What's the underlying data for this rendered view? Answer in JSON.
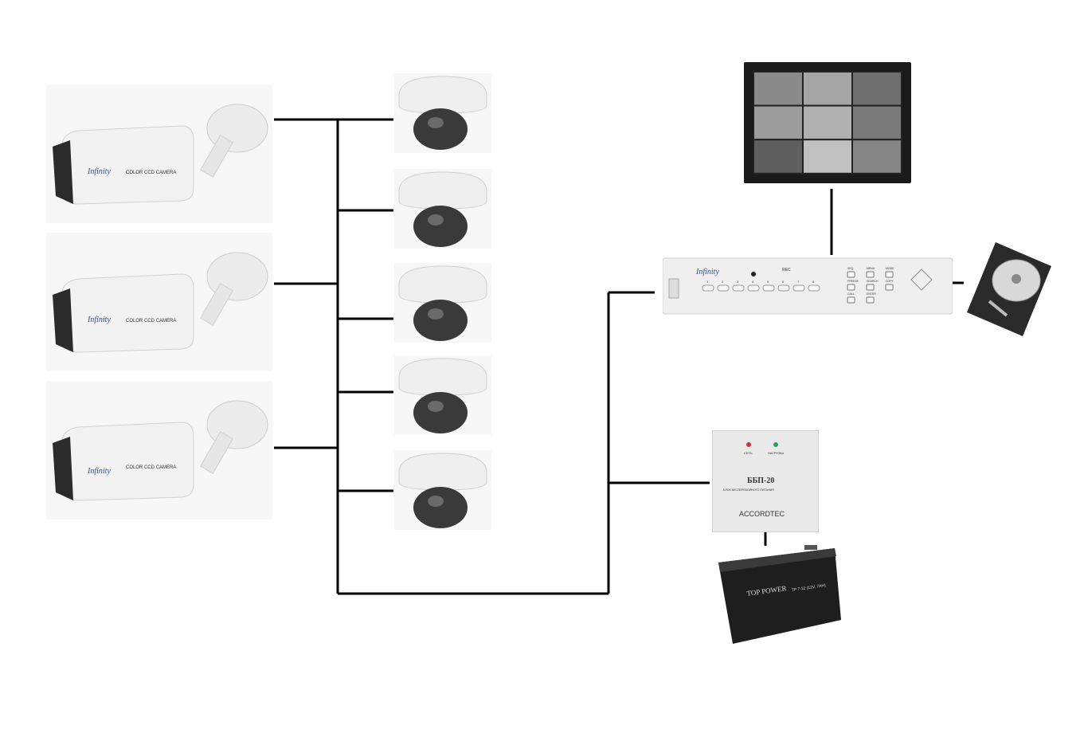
{
  "bullet_cameras": [
    {
      "brand": "Infinity",
      "model_label": "COLOR CCD CAMERA"
    },
    {
      "brand": "Infinity",
      "model_label": "COLOR CCD CAMERA"
    },
    {
      "brand": "Infinity",
      "model_label": "COLOR CCD CAMERA"
    }
  ],
  "dome_cameras_count": 5,
  "dvr": {
    "brand": "Infinity",
    "indicators": [
      "REC"
    ],
    "channel_buttons": [
      "1",
      "2",
      "3",
      "4",
      "5",
      "6",
      "7",
      "8"
    ],
    "function_buttons": [
      "SEQ",
      "MENU",
      "MODE",
      "FREEZE",
      "SEARCH",
      "COPY",
      "CALL",
      "ENTER"
    ]
  },
  "power_supply": {
    "model": "ББП-20",
    "subtitle": "БЛОК БЕСПЕРЕБОЙНОГО ПИТАНИЯ",
    "brand": "ACCORDTEC",
    "led_labels": [
      "СЕТЬ",
      "НАГРУЗКА"
    ]
  },
  "battery": {
    "brand": "TOP POWER",
    "model": "TP 7-12 (12V, 7AH)"
  },
  "colors": {
    "line": "#000000",
    "device_white": "#f2f2f2",
    "monitor_frame": "#1a1a1a",
    "battery_body": "#1e1e1e"
  }
}
